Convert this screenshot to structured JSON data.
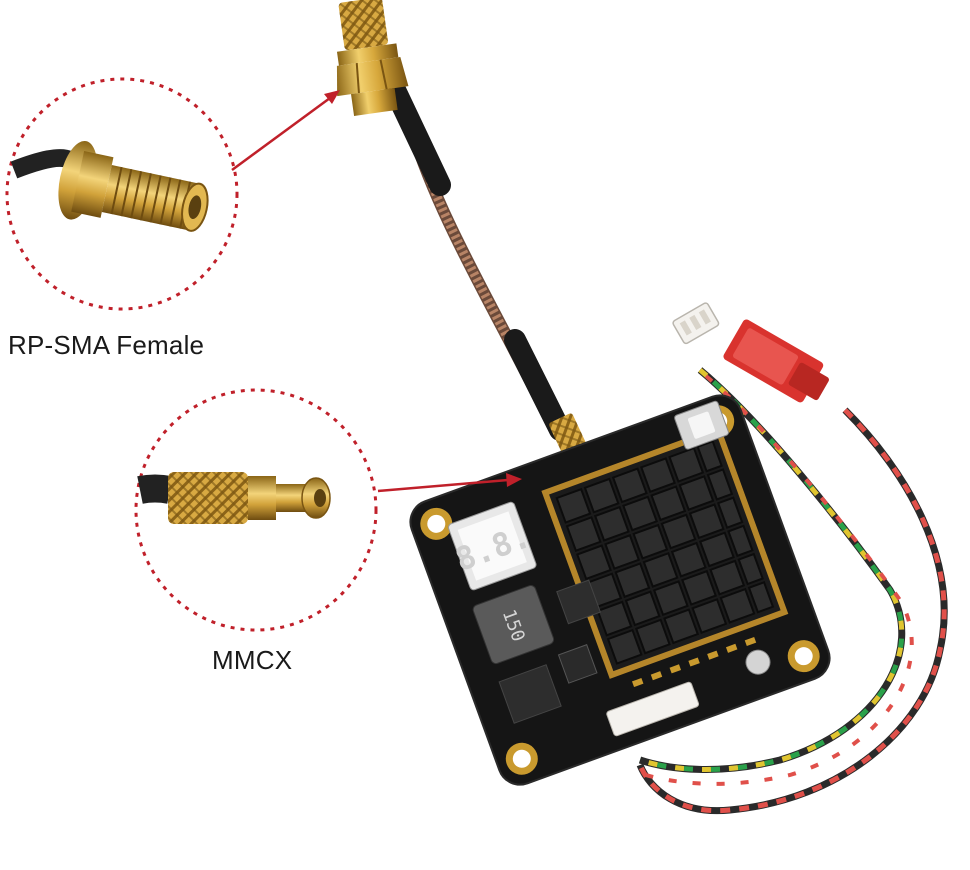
{
  "callouts": [
    {
      "id": "rp-sma",
      "label": "RP-SMA Female"
    },
    {
      "id": "mmcx",
      "label": "MMCX"
    }
  ],
  "board": {
    "led_display_text": "8.8.",
    "inductor_marking": "150"
  },
  "colors": {
    "callout_ring": "#c0202a",
    "arrow": "#c0202a",
    "pcb": "#141414",
    "gold": "#c99a2e",
    "heatsink": "#1c1c1c",
    "coax": "#a9745a",
    "jst_red": "#d9332e"
  }
}
